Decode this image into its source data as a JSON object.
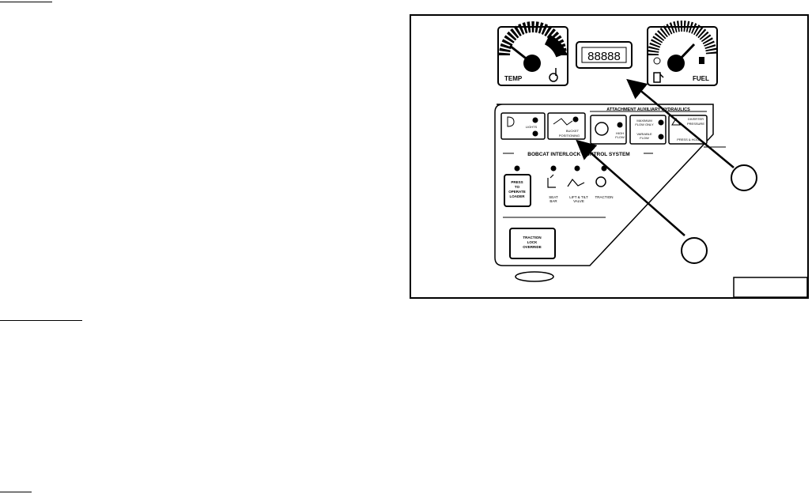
{
  "document": {
    "left_rules": [
      "top-rule",
      "middle-rule",
      "bottom-rule"
    ]
  },
  "figure": {
    "gauges": {
      "temp": {
        "label": "TEMP",
        "icon": "thermometer-icon"
      },
      "fuel": {
        "label": "FUEL",
        "icon": "fuel-pump-icon"
      },
      "hourmeter": {
        "display": "88888"
      }
    },
    "panel": {
      "aux_header": "ATTACHMENT AUXILIARY HYDRAULICS",
      "lights_label": "LIGHTS",
      "bucket_label_1": "BUCKET",
      "bucket_label_2": "POSITIONING",
      "high_flow_1": "HIGH",
      "high_flow_2": "FLOW",
      "max_flow_1": "MAXIMUM",
      "max_flow_2": "FLOW ONLY",
      "variable_flow_1": "VARIABLE",
      "variable_flow_2": "FLOW",
      "diverter_1": "DIVERTER",
      "diverter_2": "PRESSURE",
      "press_hold": "PRESS & HOLD",
      "interlock_title": "BOBCAT INTERLOCK CONTROL SYSTEM",
      "press_operate": [
        "PRESS",
        "TO",
        "OPERATE",
        "LOADER"
      ],
      "seat_bar": [
        "SEAT",
        "BAR"
      ],
      "lift_tilt": [
        "LIFT & TILT",
        "VALVE"
      ],
      "traction": "TRACTION",
      "traction_override": [
        "TRACTION",
        "LOCK",
        "OVERRIDE"
      ]
    },
    "callouts": [
      "",
      ""
    ],
    "figure_number": ""
  }
}
